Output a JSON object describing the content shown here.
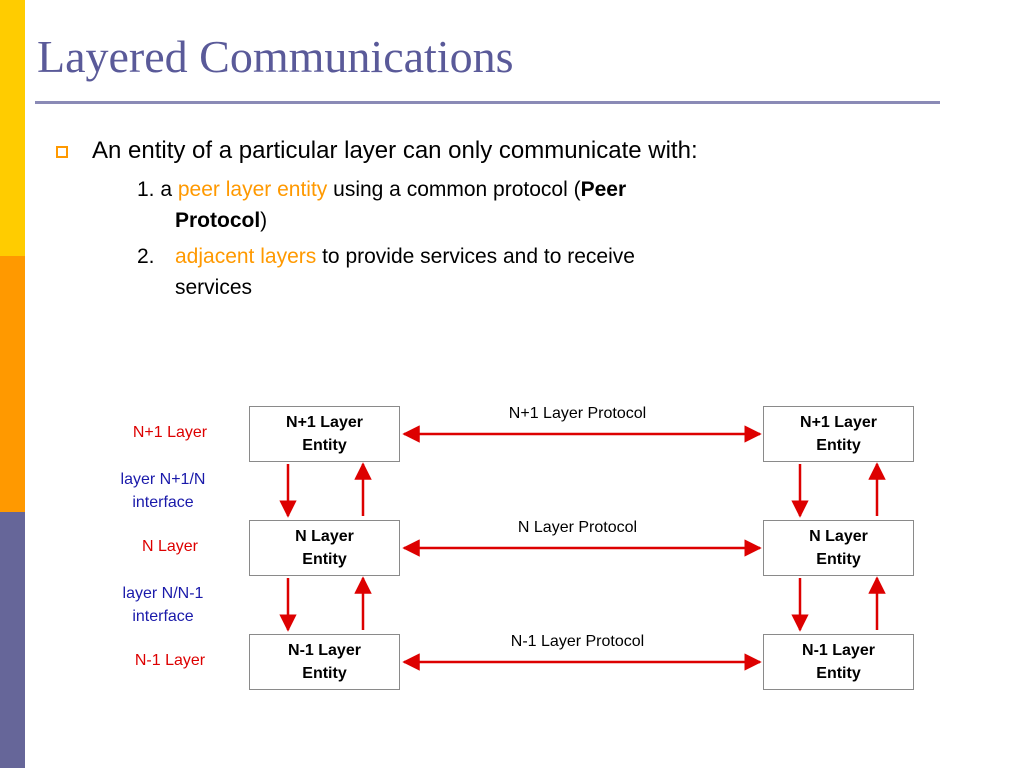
{
  "slide": {
    "title": "Layered Communications",
    "bullet": "An entity of a particular layer can only communicate with:",
    "sub1": {
      "num": "1. a",
      "highlight": "peer layer entity",
      "text_a": "using a common protocol (",
      "bold_a": "Peer",
      "bold_b": "Protocol",
      "close": ")"
    },
    "sub2": {
      "num": "2.",
      "highlight": "adjacent layers",
      "text_a": "to provide services and to receive",
      "text_b": "services"
    }
  },
  "diagram": {
    "layer_labels": [
      "N+1 Layer",
      "N Layer",
      "N-1 Layer"
    ],
    "interfaces": [
      {
        "line1": "layer N+1/N",
        "line2": "interface"
      },
      {
        "line1": "layer N/N-1",
        "line2": "interface"
      }
    ],
    "entities": [
      {
        "line1": "N+1 Layer",
        "line2": "Entity"
      },
      {
        "line1": "N Layer",
        "line2": "Entity"
      },
      {
        "line1": "N-1 Layer",
        "line2": "Entity"
      }
    ],
    "protocols": [
      "N+1 Layer Protocol",
      "N Layer Protocol",
      "N-1 Layer Protocol"
    ]
  },
  "colors": {
    "accent_yellow": "#ffcc00",
    "accent_orange": "#ff9900",
    "accent_purple": "#666699",
    "title": "#5a5a99",
    "arrow_red": "#dd0000",
    "interface_blue": "#1a1aaa"
  }
}
